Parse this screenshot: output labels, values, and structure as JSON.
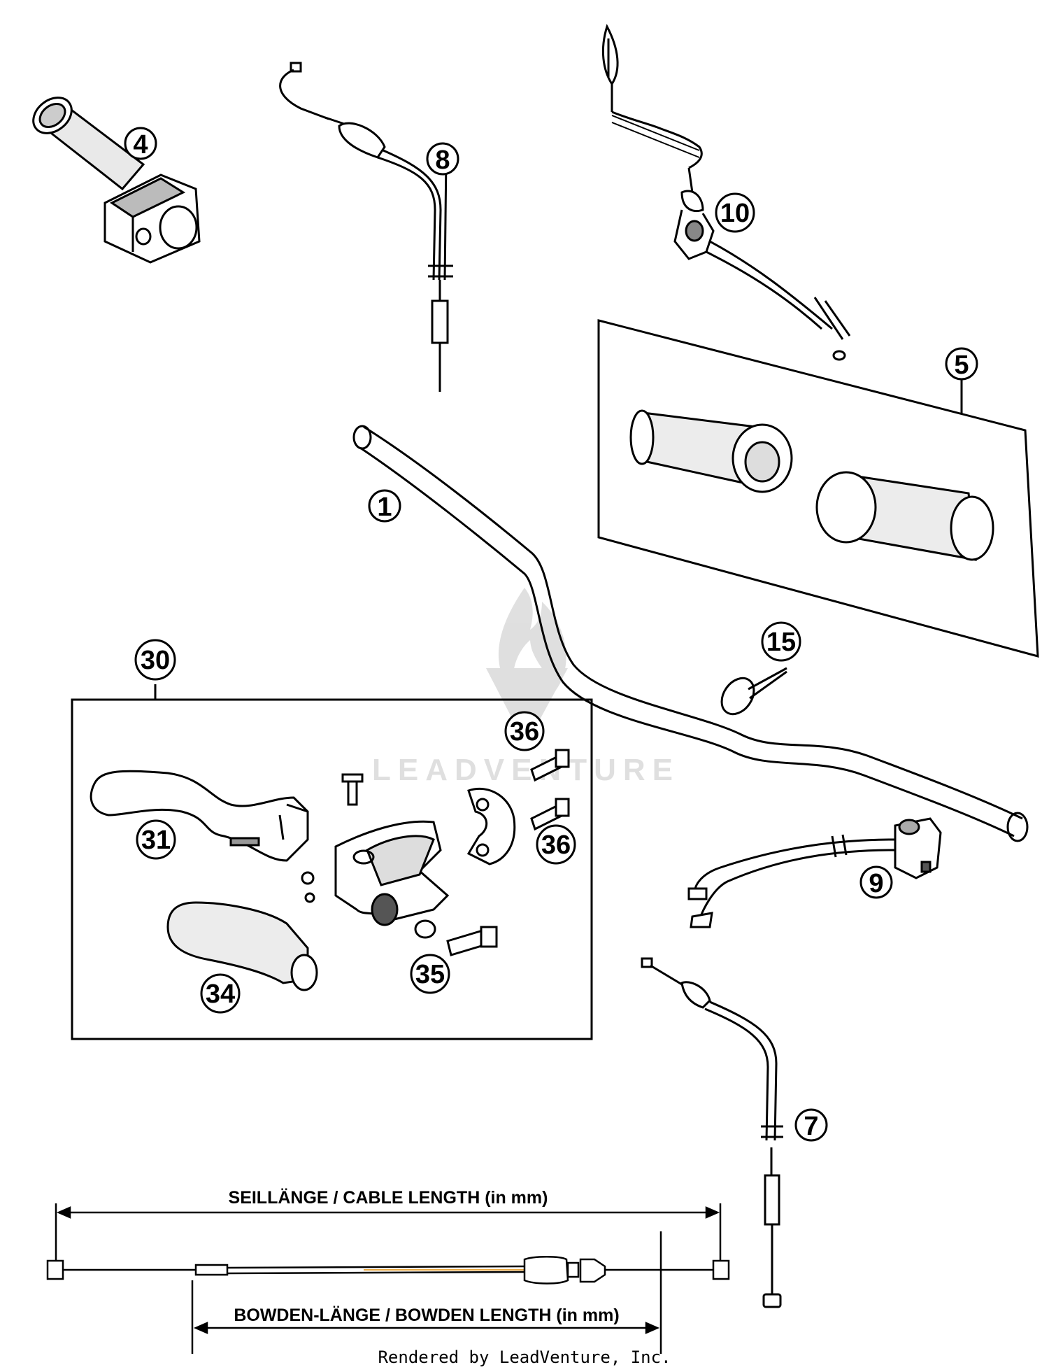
{
  "diagram": {
    "callouts": [
      "1",
      "4",
      "5",
      "7",
      "8",
      "9",
      "10",
      "15",
      "30",
      "31",
      "34",
      "35",
      "36",
      "36"
    ],
    "cable_length_label": "SEILLÄNGE / CABLE LENGTH (in mm)",
    "bowden_length_label": "BOWDEN-LÄNGE / BOWDEN LENGTH (in mm)",
    "watermark": "LEADVENTURE",
    "footer": "Rendered by LeadVenture, Inc."
  }
}
